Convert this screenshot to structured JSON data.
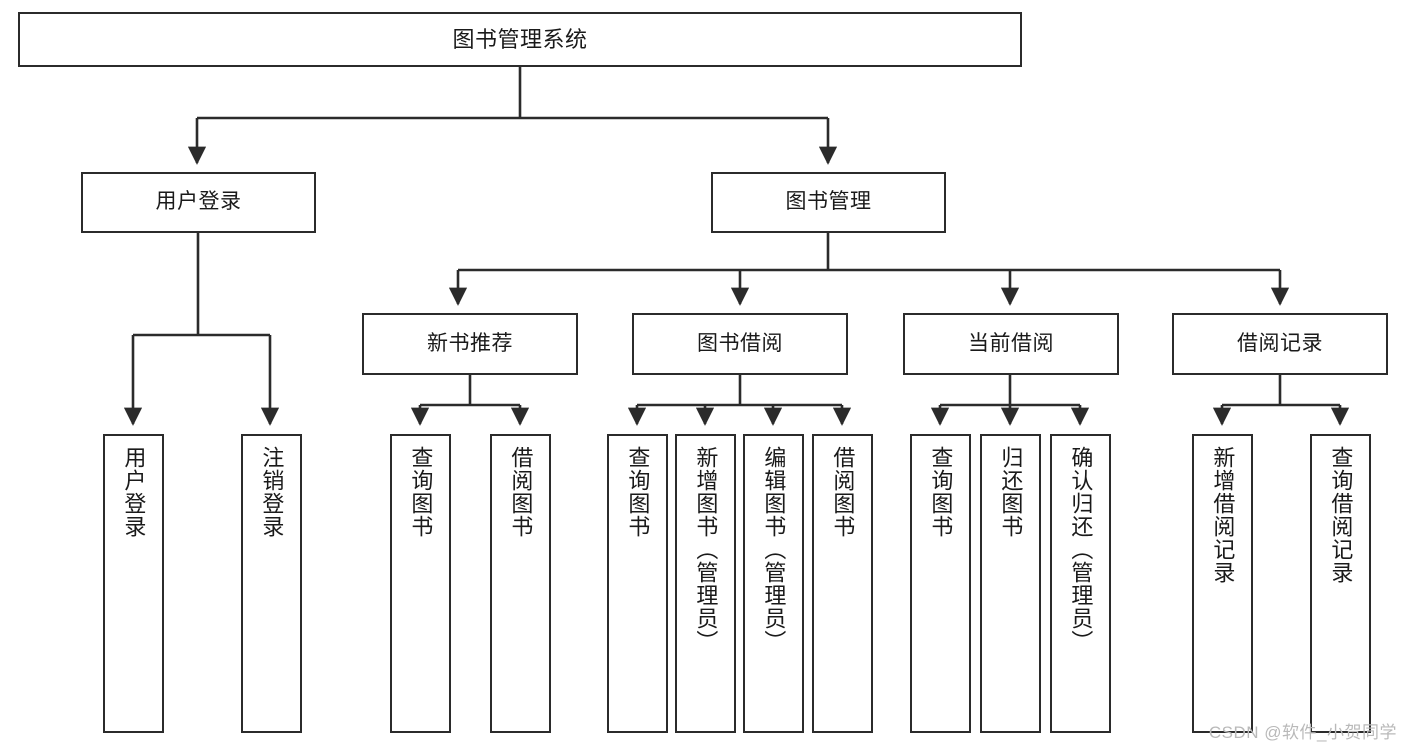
{
  "diagram": {
    "type": "tree-hierarchy",
    "title": "图书管理系统",
    "orientation": "top-down",
    "levels": 4,
    "root": {
      "id": "root",
      "label": "图书管理系统",
      "text_direction": "horizontal"
    },
    "level2": [
      {
        "id": "user-login",
        "label": "用户登录",
        "text_direction": "horizontal"
      },
      {
        "id": "book-manage",
        "label": "图书管理",
        "text_direction": "horizontal"
      }
    ],
    "level3": [
      {
        "id": "new-book-recommend",
        "label": "新书推荐",
        "parent": "book-manage",
        "text_direction": "horizontal"
      },
      {
        "id": "book-borrow",
        "label": "图书借阅",
        "parent": "book-manage",
        "text_direction": "horizontal"
      },
      {
        "id": "current-borrow",
        "label": "当前借阅",
        "parent": "book-manage",
        "text_direction": "horizontal"
      },
      {
        "id": "borrow-record",
        "label": "借阅记录",
        "parent": "book-manage",
        "text_direction": "horizontal"
      }
    ],
    "leaves": [
      {
        "id": "leaf-user-login",
        "label": "用户登录",
        "parent": "user-login",
        "text_direction": "vertical"
      },
      {
        "id": "leaf-user-logout",
        "label": "注销登录",
        "parent": "user-login",
        "text_direction": "vertical"
      },
      {
        "id": "leaf-query-book-1",
        "label": "查询图书",
        "parent": "new-book-recommend",
        "text_direction": "vertical"
      },
      {
        "id": "leaf-borrow-book-1",
        "label": "借阅图书",
        "parent": "new-book-recommend",
        "text_direction": "vertical"
      },
      {
        "id": "leaf-query-book-2",
        "label": "查询图书",
        "parent": "book-borrow",
        "text_direction": "vertical"
      },
      {
        "id": "leaf-add-book",
        "label": "新增图书（管理员）",
        "parent": "book-borrow",
        "text_direction": "vertical"
      },
      {
        "id": "leaf-edit-book",
        "label": "编辑图书（管理员）",
        "parent": "book-borrow",
        "text_direction": "vertical"
      },
      {
        "id": "leaf-borrow-book-2",
        "label": "借阅图书",
        "parent": "book-borrow",
        "text_direction": "vertical"
      },
      {
        "id": "leaf-query-book-3",
        "label": "查询图书",
        "parent": "current-borrow",
        "text_direction": "vertical"
      },
      {
        "id": "leaf-return-book",
        "label": "归还图书",
        "parent": "current-borrow",
        "text_direction": "vertical"
      },
      {
        "id": "leaf-confirm-return",
        "label": "确认归还（管理员）",
        "parent": "current-borrow",
        "text_direction": "vertical"
      },
      {
        "id": "leaf-add-record",
        "label": "新增借阅记录",
        "parent": "borrow-record",
        "text_direction": "vertical"
      },
      {
        "id": "leaf-query-record",
        "label": "查询借阅记录",
        "parent": "borrow-record",
        "text_direction": "vertical"
      }
    ]
  },
  "colors": {
    "background": "#ffffff",
    "node_fill": "#ffffff",
    "node_stroke": "#2b2b2b",
    "edge_stroke": "#2b2b2b",
    "text": "#1a1a1a",
    "watermark": "#b9b9b9"
  },
  "watermark": {
    "text": "CSDN @软件_小贺同学"
  }
}
